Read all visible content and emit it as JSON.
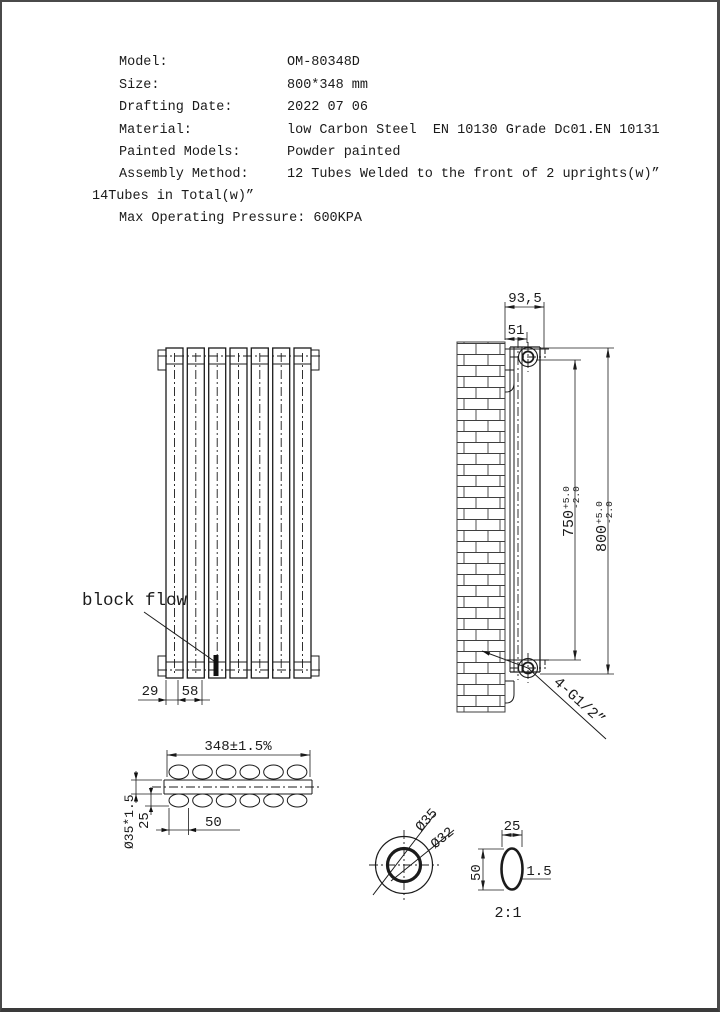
{
  "colors": {
    "line": "#1b1b1b",
    "frame": "#4a4a4a",
    "paper": "#ffffff"
  },
  "spec_table": {
    "rows": [
      {
        "label": "Model:",
        "value": "OM-80348D"
      },
      {
        "label": "Size:",
        "value": "800*348 mm"
      },
      {
        "label": "Drafting Date:",
        "value": "2022 07 06"
      },
      {
        "label": "Material:",
        "value": "low Carbon Steel  EN 10130 Grade Dc01.EN 10131"
      },
      {
        "label": "Painted Models:",
        "value": "Powder painted"
      },
      {
        "label": "Assembly Method:",
        "value": "12 Tubes Welded to the front of 2 uprights(w)”"
      },
      {
        "label": "",
        "value": "14Tubes in Total(w)”"
      },
      {
        "label": "Max Operating Pressure:",
        "value": "600KPA"
      }
    ]
  },
  "front_view": {
    "block_flow": "block flow",
    "dim_left": "29",
    "dim_right": "58"
  },
  "side_view": {
    "dim_depth": "93,5",
    "dim_bracket": "51",
    "dim_inner": {
      "value": "750",
      "tol_plus": "+5.0",
      "tol_minus": "-2.0"
    },
    "dim_height": {
      "value": "800",
      "tol_plus": "+5.0",
      "tol_minus": "-2.0"
    },
    "connection": "4-G1/2”"
  },
  "top_view": {
    "dim_width": "348±1.5%",
    "tube_spec": "Ø35*1.5",
    "dim_depth": "25",
    "dim_pitch": "50"
  },
  "details": {
    "circle_outer": "Ø35",
    "circle_inner": "Ø32",
    "oval_width": "25",
    "oval_height": "50",
    "oval_wall": "1.5",
    "scale": "2:1"
  }
}
